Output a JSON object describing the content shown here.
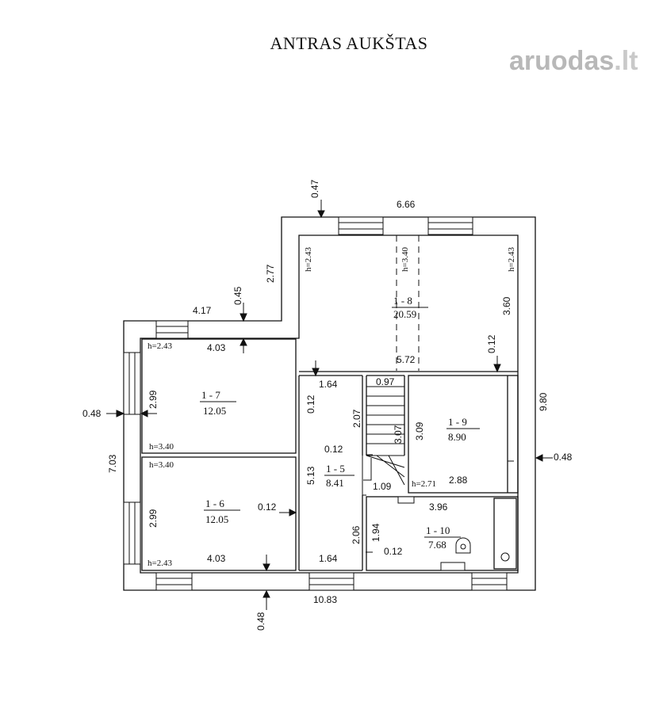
{
  "title": "ANTRAS AUKŠTAS",
  "watermark": {
    "text": "aruodas",
    "tld": ".lt"
  },
  "rooms": {
    "r8": {
      "id": "1 - 8",
      "area": "20.59"
    },
    "r7": {
      "id": "1 - 7",
      "area": "12.05"
    },
    "r6": {
      "id": "1 - 6",
      "area": "12.05"
    },
    "r5": {
      "id": "1 - 5",
      "area": "8.41"
    },
    "r9": {
      "id": "1 - 9",
      "area": "8.90"
    },
    "r10": {
      "id": "1 - 10",
      "area": "7.68"
    }
  },
  "heights": {
    "r8_left": "h=2.43",
    "r8_center": "h=3.40",
    "r8_right": "h=2.43",
    "r7_top": "h=2.43",
    "r7_bottom": "h=3.40",
    "r6_top": "h=3.40",
    "r6_bottom": "h=2.43",
    "r9_bottom": "h=2.71"
  },
  "dimensions": {
    "top_width": "6.66",
    "top_wall": "0.47",
    "step_height": "2.77",
    "step_wall": "0.45",
    "left_top_width": "4.17",
    "r7_width": "4.03",
    "r7_height": "2.99",
    "r6_width": "4.03",
    "r6_height": "2.99",
    "left_total": "7.03",
    "left_wall": "0.48",
    "r8_depth": "3.60",
    "r8_width": "5.72",
    "r8_wall": "0.12",
    "right_total": "9.80",
    "right_wall": "0.48",
    "hall_width_top": "1.64",
    "stair_width": "0.97",
    "hall_wall": "0.12",
    "hall_height": "2.07",
    "stair_length": "3.07",
    "hall_partition": "0.12",
    "hall_length": "5.13",
    "stair_step": "1.09",
    "r9_height": "3.09",
    "r9_width": "2.88",
    "r6_partition": "0.12",
    "r10_width": "3.96",
    "r10_hall": "2.06",
    "r10_height": "1.94",
    "r10_wall": "0.12",
    "hall_width_bottom": "1.64",
    "bottom_total": "10.83",
    "bottom_wall": "0.48"
  }
}
